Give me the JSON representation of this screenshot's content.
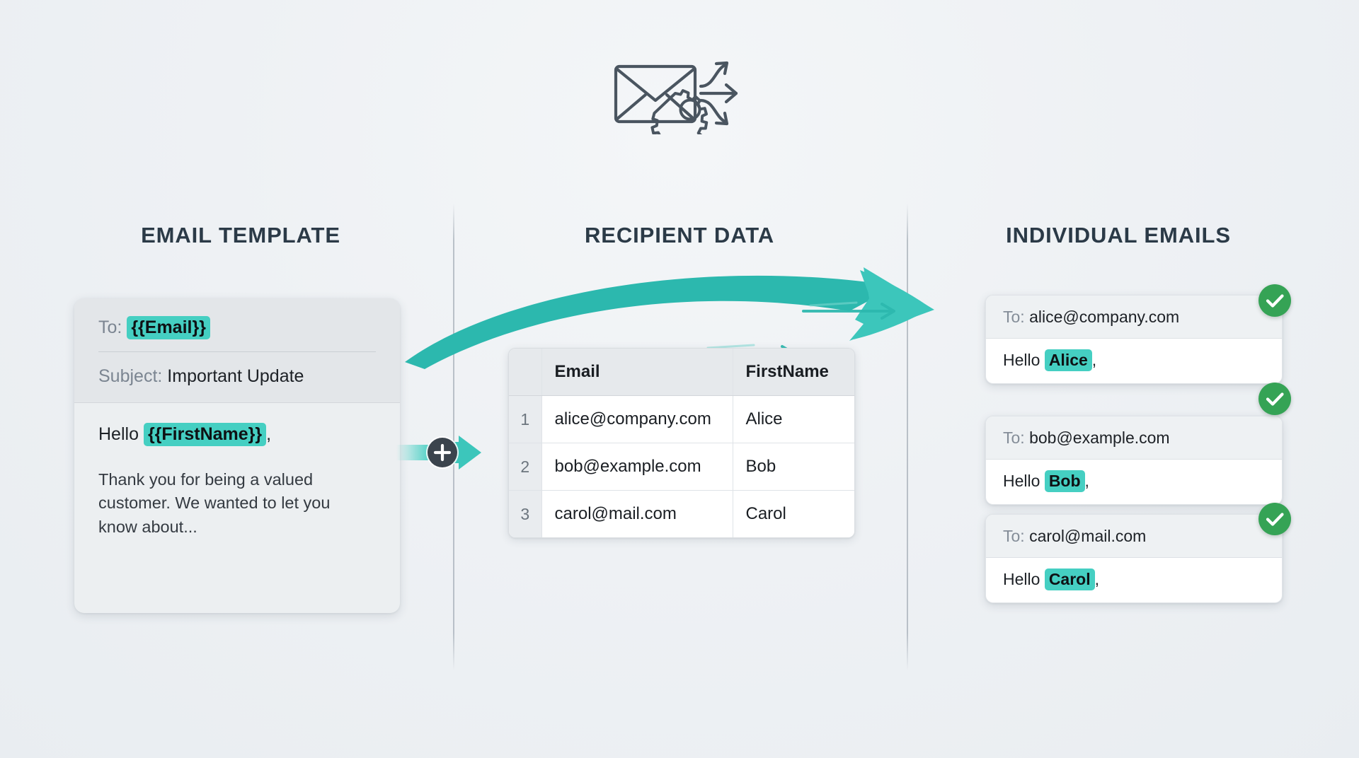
{
  "hero": {
    "icon": "envelope-gear-share-icon",
    "alt": "mail merge envelope with gear and branching arrows"
  },
  "colors": {
    "background": "#eff2f5",
    "accent_teal": "#2cb8ae",
    "token_highlight": "#45cfc2",
    "success_green": "#35a355",
    "heading_text": "#2b3a47",
    "divider": "#b0b8c0"
  },
  "headings": {
    "template": "EMAIL TEMPLATE",
    "recipient": "RECIPIENT DATA",
    "emails": "INDIVIDUAL EMAILS"
  },
  "template_card": {
    "to_label": "To:",
    "to_token": "{{Email}}",
    "subject_label": "Subject:",
    "subject_value": "Important Update",
    "greeting_prefix": "Hello",
    "greeting_token": "{{FirstName}}",
    "greeting_suffix": ",",
    "body_paragraph": "Thank you for being a valued customer. We wanted to let you know about..."
  },
  "merge_connector": {
    "icon": "plus-icon",
    "arrow": "right-arrow-icon"
  },
  "recipient_table": {
    "index_header": "",
    "columns": [
      "Email",
      "FirstName"
    ],
    "rows": [
      {
        "index": "1",
        "email": "alice@company.com",
        "firstname": "Alice"
      },
      {
        "index": "2",
        "email": "bob@example.com",
        "firstname": "Bob"
      },
      {
        "index": "3",
        "email": "carol@mail.com",
        "firstname": "Carol"
      }
    ]
  },
  "individual_emails": [
    {
      "to_label": "To:",
      "to_value": "alice@company.com",
      "greeting_prefix": "Hello",
      "greeting_name": "Alice",
      "greeting_suffix": ",",
      "status": "sent",
      "status_icon": "check-icon"
    },
    {
      "to_label": "To:",
      "to_value": "bob@example.com",
      "greeting_prefix": "Hello",
      "greeting_name": "Bob",
      "greeting_suffix": ",",
      "status": "sent",
      "status_icon": "check-icon"
    },
    {
      "to_label": "To:",
      "to_value": "carol@mail.com",
      "greeting_prefix": "Hello",
      "greeting_name": "Carol",
      "greeting_suffix": ",",
      "status": "sent",
      "status_icon": "check-icon"
    }
  ],
  "flow_arrow": {
    "name": "merge-flow-arrow",
    "direction": "left-to-right-curved"
  }
}
